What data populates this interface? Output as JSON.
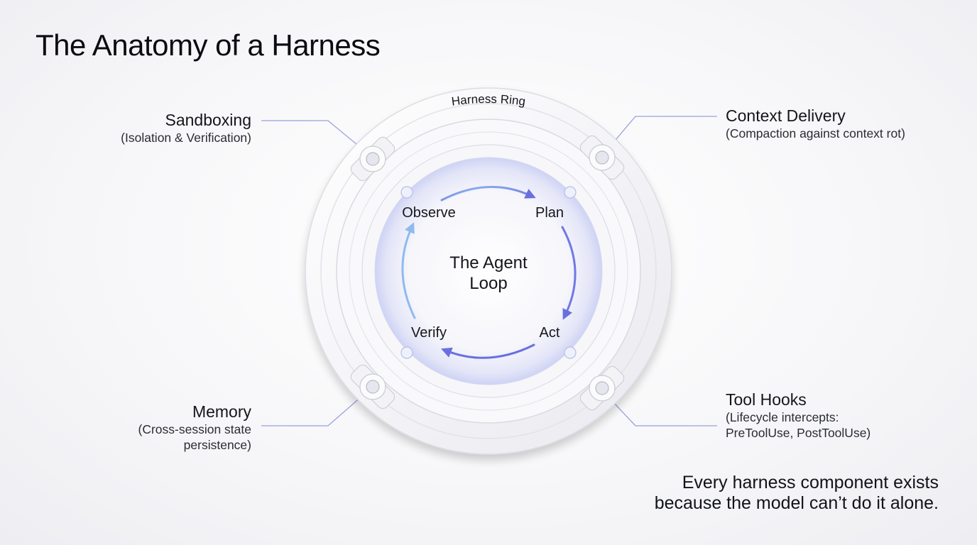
{
  "title": "The Anatomy of a Harness",
  "ring_label": "Harness Ring",
  "loop": {
    "center_line1": "The Agent",
    "center_line2": "Loop",
    "steps": {
      "observe": "Observe",
      "plan": "Plan",
      "act": "Act",
      "verify": "Verify"
    }
  },
  "callouts": {
    "sandboxing": {
      "title": "Sandboxing",
      "subtitle": "(Isolation & Verification)"
    },
    "context_delivery": {
      "title": "Context Delivery",
      "subtitle": "(Compaction against context rot)"
    },
    "memory": {
      "title": "Memory",
      "subtitle_line1": "(Cross-session state",
      "subtitle_line2": "persistence)"
    },
    "tool_hooks": {
      "title": "Tool Hooks",
      "subtitle_line1": "(Lifecycle intercepts:",
      "subtitle_line2": "PreToolUse, PostToolUse)"
    }
  },
  "footer": {
    "line1": "Every harness component exists",
    "line2": "because the model can’t do it alone."
  },
  "colors": {
    "arrow_start": "#8fbaf0",
    "arrow_end": "#6a6fe0",
    "ring_fill": "#f5f5f8",
    "ring_stroke": "#d9dae2",
    "connector_line": "#8a90d6"
  }
}
